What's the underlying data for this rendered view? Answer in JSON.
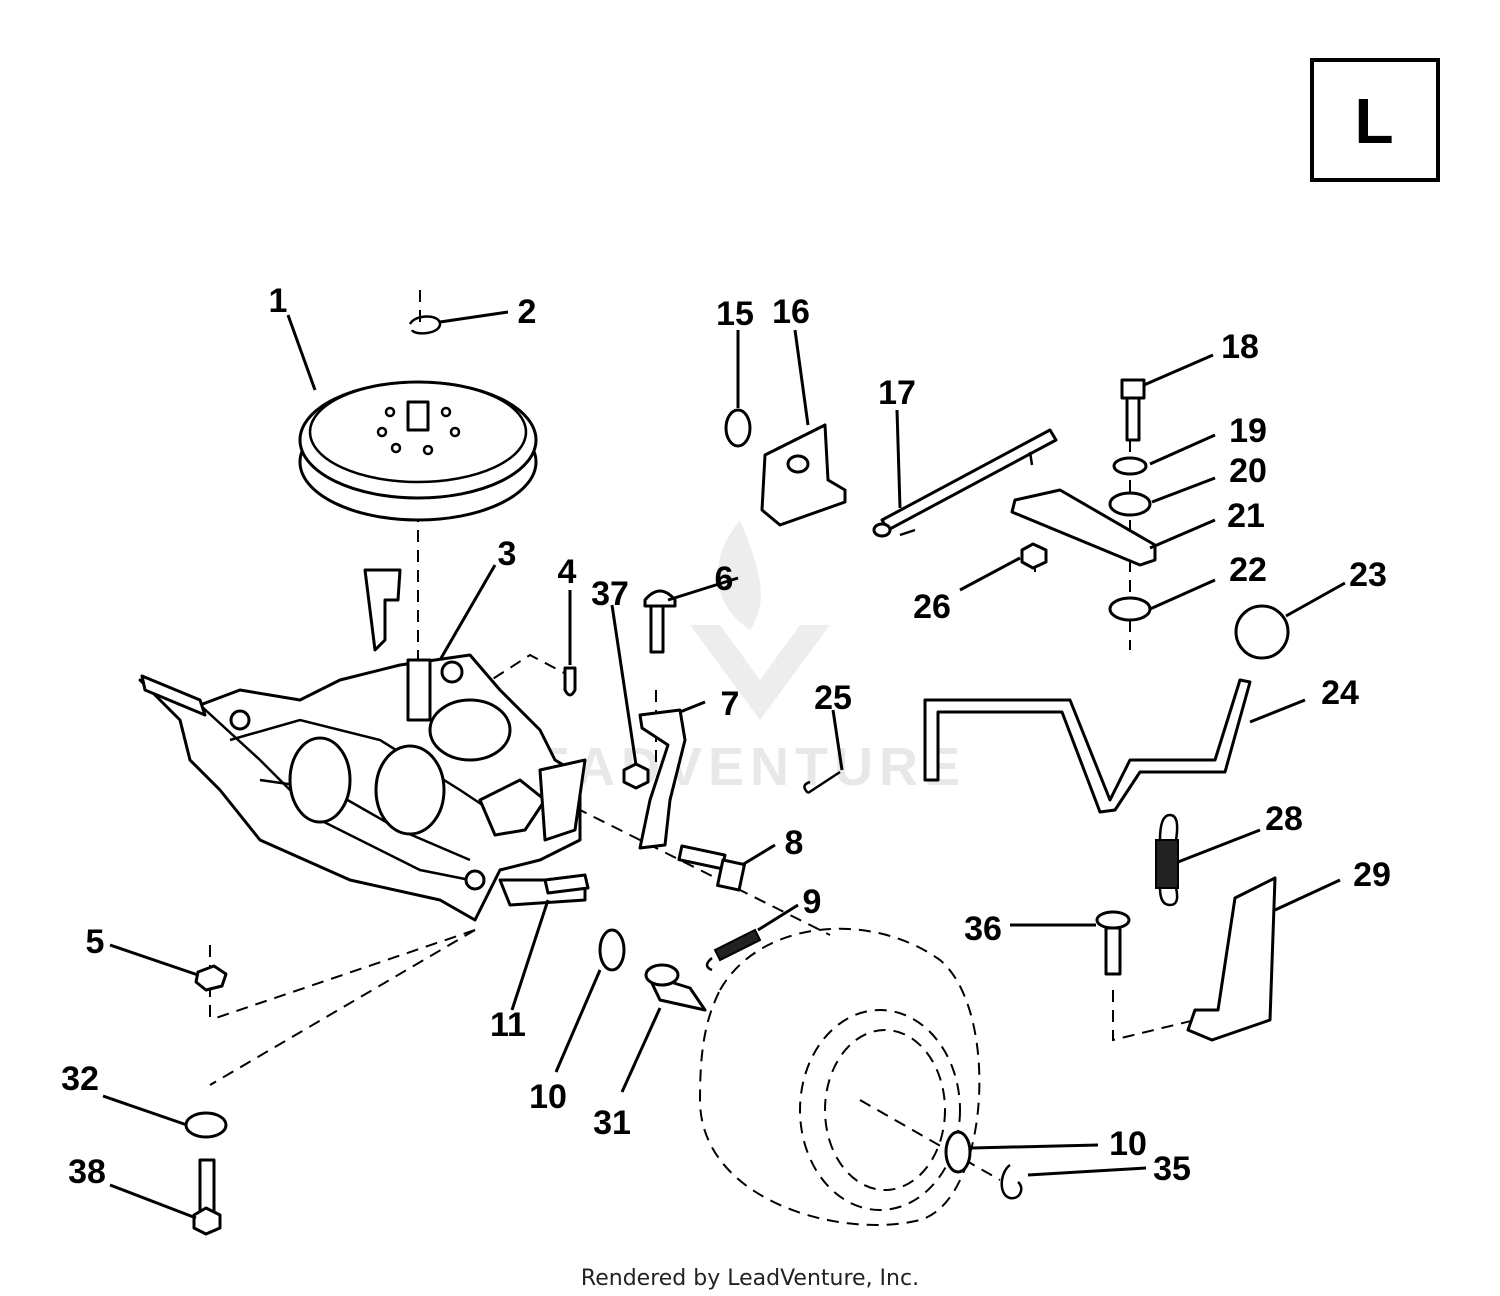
{
  "section_letter": "L",
  "watermark": "LEADVENTURE",
  "footer": "Rendered by LeadVenture, Inc.",
  "callouts": [
    "1",
    "2",
    "3",
    "4",
    "5",
    "6",
    "7",
    "8",
    "9",
    "10",
    "11",
    "15",
    "16",
    "17",
    "18",
    "19",
    "20",
    "21",
    "22",
    "23",
    "24",
    "25",
    "26",
    "28",
    "29",
    "31",
    "32",
    "35",
    "36",
    "37",
    "38",
    "10"
  ]
}
